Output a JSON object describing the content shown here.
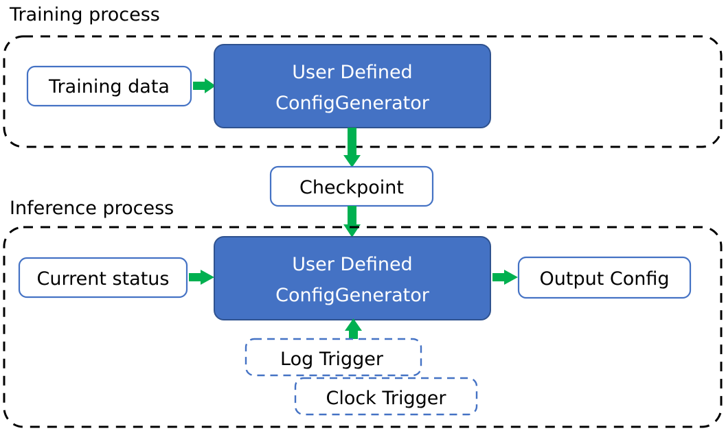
{
  "diagram": {
    "title_training": "Training process",
    "title_inference": "Inference process",
    "accent_green": "#00B050",
    "accent_blue_fill": "#4472C4",
    "accent_blue_stroke": "#2F528F",
    "box_outline_blue": "#4472C4",
    "container_stroke": "#000000",
    "background": "#ffffff"
  },
  "training": {
    "group_label": "Training process",
    "input_box": "Training data",
    "process_box_line1": "User Defined",
    "process_box_line2": "ConfigGenerator"
  },
  "bridge": {
    "checkpoint_box": "Checkpoint"
  },
  "inference": {
    "group_label": "Inference process",
    "input_box": "Current status",
    "process_box_line1": "User Defined",
    "process_box_line2": "ConfigGenerator",
    "output_box": "Output Config",
    "trigger_log": "Log Trigger",
    "trigger_clock": "Clock Trigger"
  },
  "arrows": [
    {
      "name": "training-data-to-generator",
      "from": "Training data",
      "to": "User Defined ConfigGenerator",
      "direction": "right"
    },
    {
      "name": "generator-to-checkpoint",
      "from": "User Defined ConfigGenerator",
      "to": "Checkpoint",
      "direction": "down"
    },
    {
      "name": "checkpoint-to-inference-generator",
      "from": "Checkpoint",
      "to": "User Defined ConfigGenerator",
      "direction": "down"
    },
    {
      "name": "current-status-to-generator",
      "from": "Current status",
      "to": "User Defined ConfigGenerator",
      "direction": "right"
    },
    {
      "name": "generator-to-output-config",
      "from": "User Defined ConfigGenerator",
      "to": "Output Config",
      "direction": "right"
    },
    {
      "name": "log-trigger-to-generator",
      "from": "Log Trigger",
      "to": "User Defined ConfigGenerator",
      "direction": "up"
    }
  ]
}
